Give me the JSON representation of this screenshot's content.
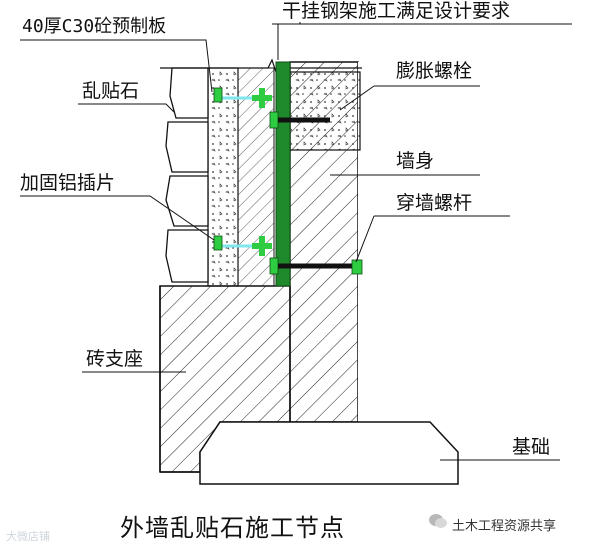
{
  "labels": {
    "precast_panel": "40厚C30砼预制板",
    "steel_frame": "干挂钢架施工满足设计要求",
    "expansion_bolt": "膨胀螺栓",
    "random_stone": "乱贴石",
    "wall_body": "墙身",
    "reinforced_insert": "加固铝插片",
    "through_wall_bolt": "穿墙螺杆",
    "brick_support": "砖支座",
    "foundation": "基础"
  },
  "title": "外墙乱贴石施工节点",
  "watermark_left": "大微店铺",
  "watermark_right": "土木工程资源共享",
  "colors": {
    "steel": "#1f8a2b",
    "clip": "#2ecc40",
    "anchor": "#7fe7f0",
    "bolt": "#111111",
    "hatch": "#222222"
  }
}
